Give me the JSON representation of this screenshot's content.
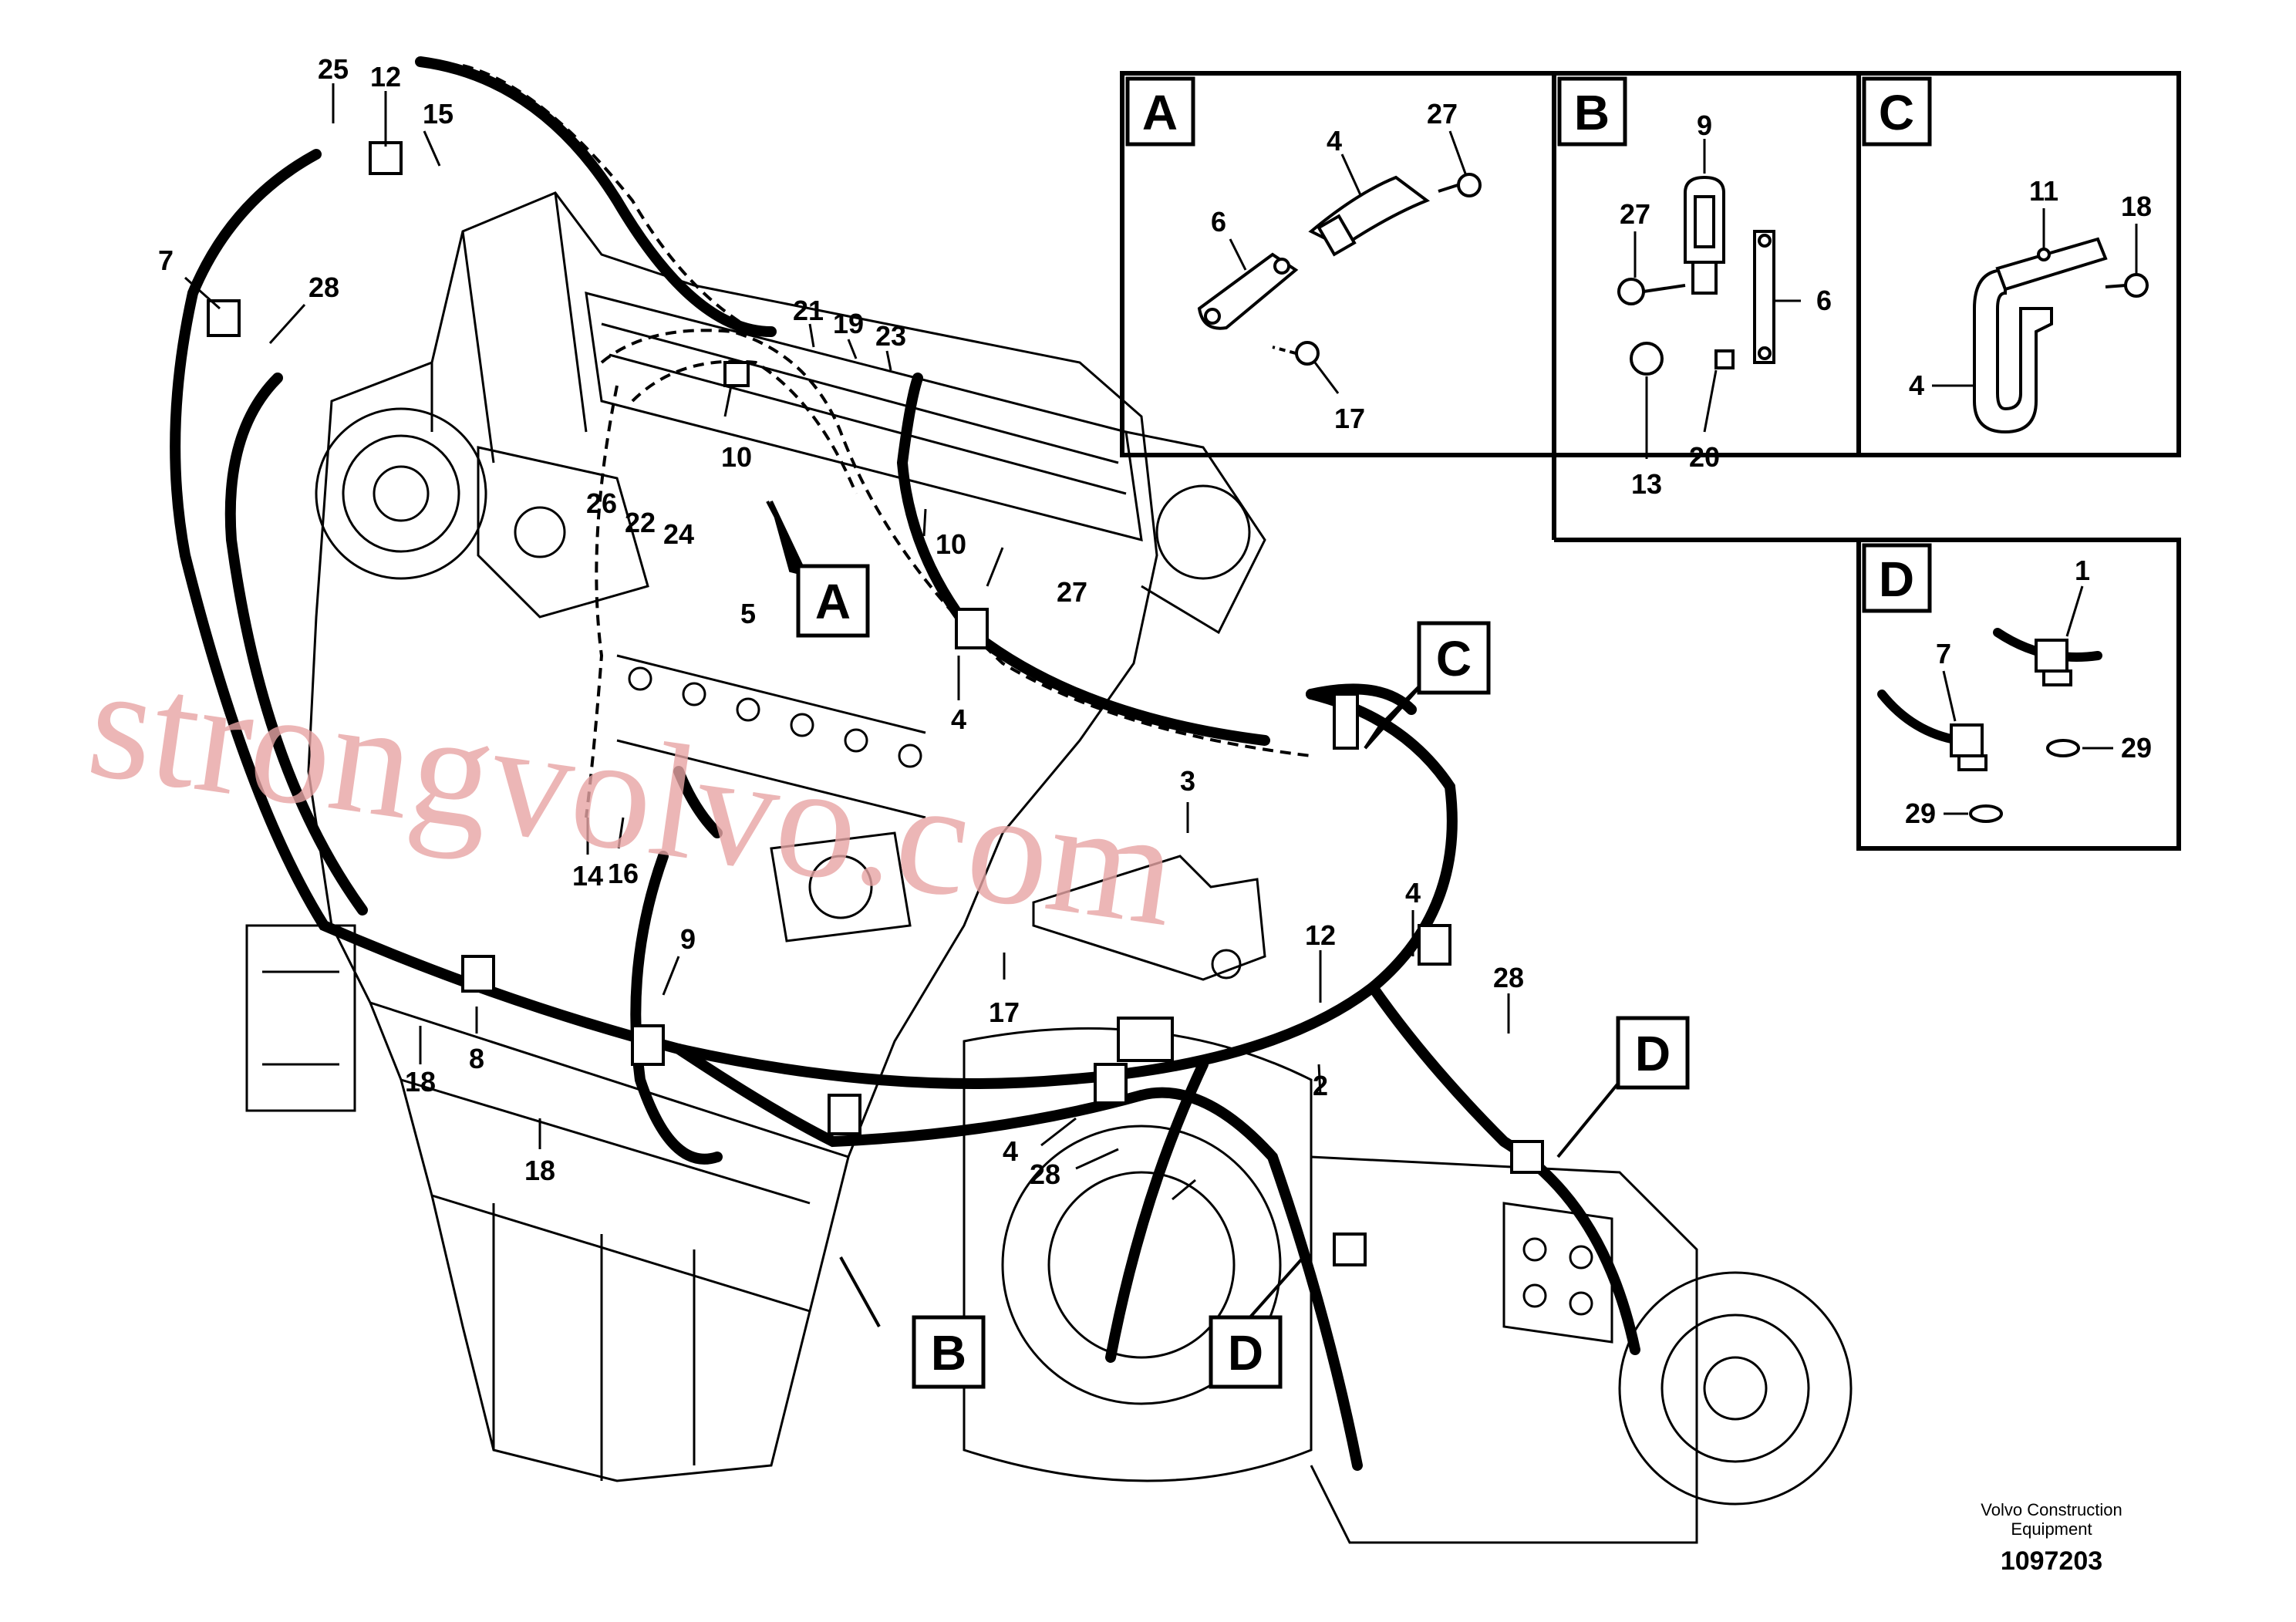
{
  "detail_panels": [
    {
      "letter": "A",
      "callouts": [
        "4",
        "27",
        "6",
        "17"
      ]
    },
    {
      "letter": "B",
      "callouts": [
        "9",
        "27",
        "6",
        "13",
        "20"
      ]
    },
    {
      "letter": "C",
      "callouts": [
        "11",
        "18",
        "4"
      ]
    },
    {
      "letter": "D",
      "callouts": [
        "1",
        "7",
        "29",
        "29"
      ]
    }
  ],
  "main_callouts": [
    "25",
    "12",
    "15",
    "7",
    "28",
    "21",
    "19",
    "23",
    "10",
    "26",
    "22",
    "24",
    "10",
    "27",
    "5",
    "4",
    "3",
    "14",
    "16",
    "9",
    "12",
    "4",
    "28",
    "17",
    "18",
    "8",
    "2",
    "18",
    "4",
    "28"
  ],
  "view_markers": [
    "A",
    "C",
    "D",
    "B",
    "D"
  ],
  "footer": {
    "company_line1": "Volvo Construction",
    "company_line2": "Equipment",
    "drawing_number": "1097203"
  },
  "watermark": "strongvolvo.com",
  "colors": {
    "line": "#000000",
    "background": "#ffffff",
    "watermark": "#e8a5a5"
  }
}
